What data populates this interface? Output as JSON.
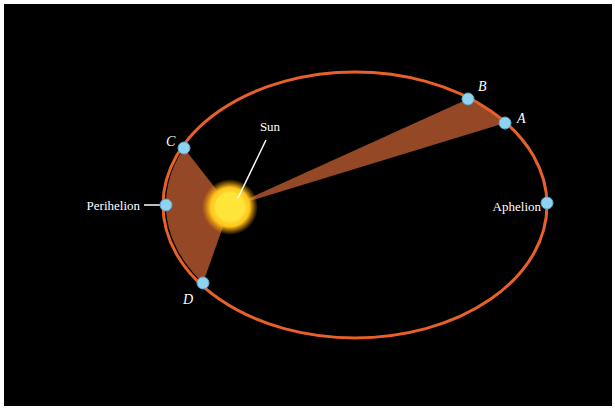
{
  "diagram": {
    "labels": [
      "B",
      "A",
      "Sun",
      "C",
      "Perihelion",
      "Aphelion",
      "D"
    ]
  }
}
